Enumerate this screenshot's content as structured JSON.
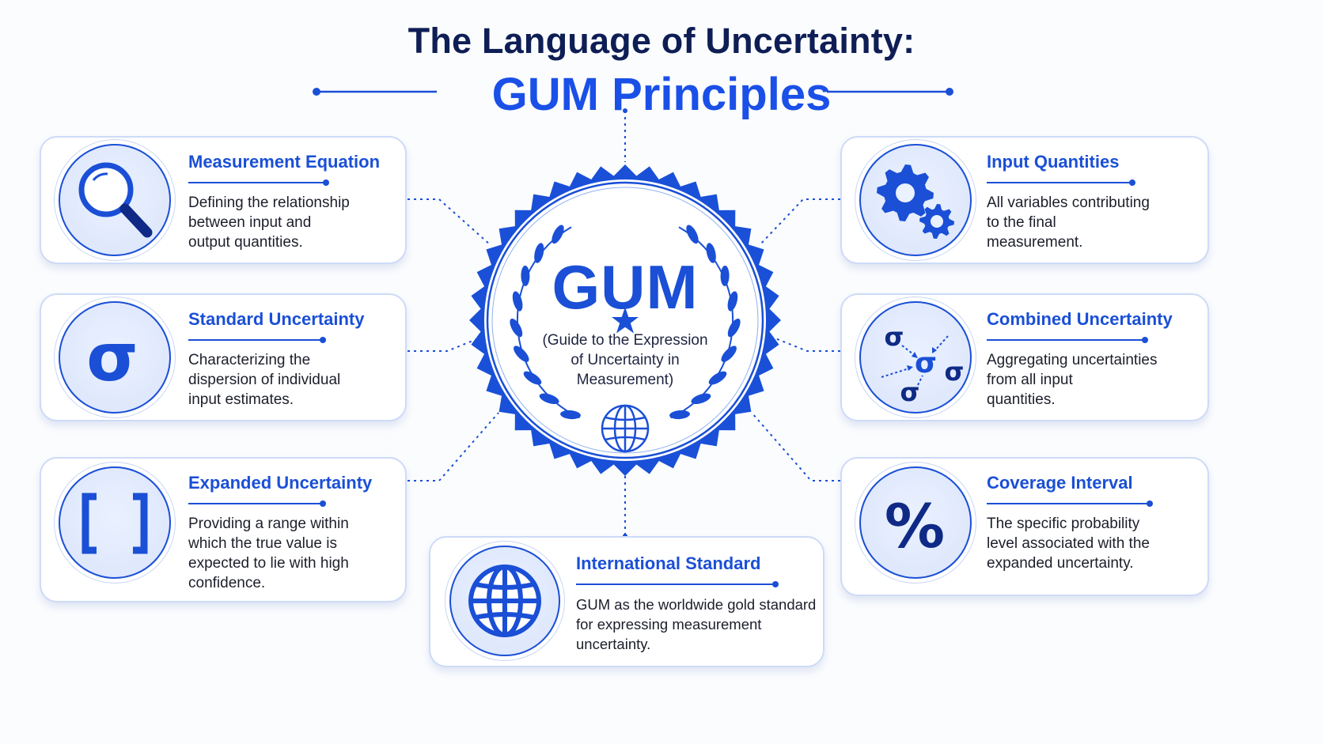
{
  "title": {
    "line1": "The Language of Uncertainty:",
    "line2": "GUM Principles"
  },
  "badge": {
    "acronym": "GUM",
    "subtitle_lines": [
      "(Guide to the Expression",
      "of Uncertainty in",
      "Measurement)"
    ],
    "icons": [
      "star-icon",
      "laurel-wreath-icon",
      "globe-icon"
    ]
  },
  "cards": {
    "measurement_equation": {
      "title": "Measurement Equation",
      "icon": "magnifier-icon",
      "lines": [
        "Defining the relationship",
        "between input and",
        "output quantities."
      ]
    },
    "standard_uncertainty": {
      "title": "Standard Uncertainty",
      "icon": "sigma-icon",
      "symbol": "σ",
      "lines": [
        "Characterizing the",
        "dispersion of individual",
        "input estimates."
      ]
    },
    "expanded_uncertainty": {
      "title": "Expanded Uncertainty",
      "icon": "brackets-icon",
      "symbol": "[ ]",
      "lines": [
        "Providing a range within",
        "which the true value is",
        "expected to lie with high",
        "confidence."
      ]
    },
    "input_quantities": {
      "title": "Input Quantities",
      "icon": "gears-icon",
      "lines": [
        "All variables contributing",
        "to the final",
        "measurement."
      ]
    },
    "combined_uncertainty": {
      "title": "Combined Uncertainty",
      "icon": "sigma-combination-icon",
      "symbol": "σ",
      "lines": [
        "Aggregating uncertainties",
        "from all input",
        "quantities."
      ]
    },
    "coverage_interval": {
      "title": "Coverage Interval",
      "icon": "percent-icon",
      "symbol": "%",
      "lines": [
        "The specific probability",
        "level associated with the",
        "expanded uncertainty."
      ]
    },
    "international_standard": {
      "title": "International Standard",
      "icon": "globe-icon",
      "lines": [
        "GUM as the worldwide gold standard",
        "for expressing measurement",
        "uncertainty."
      ]
    }
  },
  "colors": {
    "accent": "#1a4fd6",
    "title_dark": "#0e1e55",
    "title_blue": "#1a50e8",
    "card_border": "#cddbf7",
    "text": "#1c1f2b"
  }
}
